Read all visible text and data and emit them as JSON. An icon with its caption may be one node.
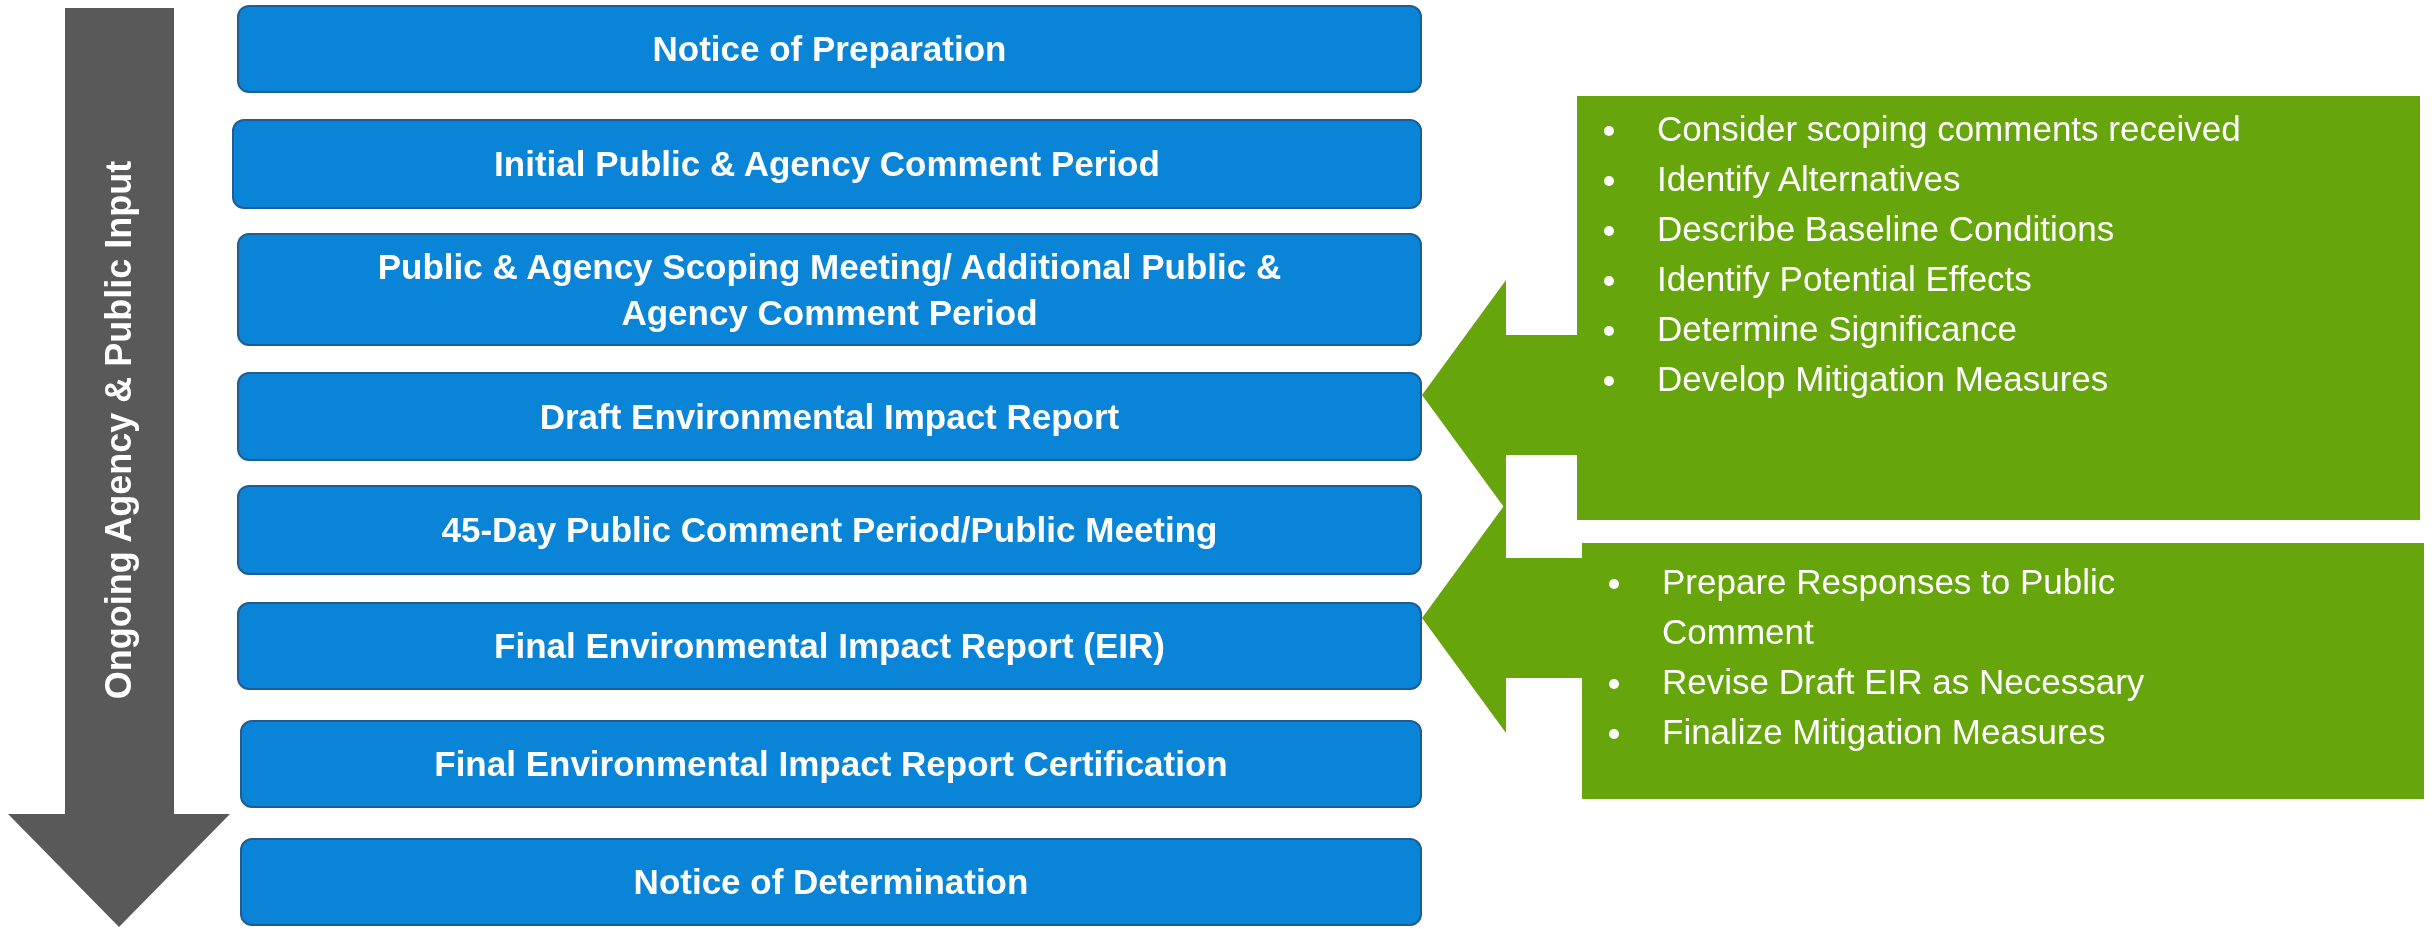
{
  "diagram": {
    "nodes": [
      {
        "text": [
          "Notice of Preparation"
        ]
      },
      {
        "text": [
          "Initial Public & Agency Comment Period"
        ]
      },
      {
        "text": [
          "Public & Agency Scoping Meeting/ Additional Public & Agency Comment Period"
        ]
      },
      {
        "text": [
          "Draft Environmental Impact Report"
        ]
      },
      {
        "text": [
          "45-Day Public Comment Period/Public Meeting"
        ]
      },
      {
        "text": [
          "Final Environmental Impact Report (EIR)"
        ]
      },
      {
        "text": [
          "Final Environmental Impact Report Certification"
        ]
      },
      {
        "text": [
          "Notice of Determination"
        ]
      },
      {
        "text": [
          "Consider scoping comments received",
          "Identify Alternatives",
          "Describe Baseline Conditions",
          "Identify Potential Effects",
          "Determine Significance",
          "Develop Mitigation Measures"
        ]
      },
      {
        "text": [
          "Prepare Responses to Public Comment",
          "Revise Draft EIR as Necessary",
          "Finalize Mitigation Measures"
        ]
      }
    ],
    "edges": [
      {
        "from": 8,
        "to": 3,
        "arrow": "to",
        "style": "thick"
      },
      {
        "from": 9,
        "to": 5,
        "arrow": "to",
        "style": "thick"
      }
    ],
    "labels": [
      "Ongoing Agency & Public Input"
    ]
  }
}
